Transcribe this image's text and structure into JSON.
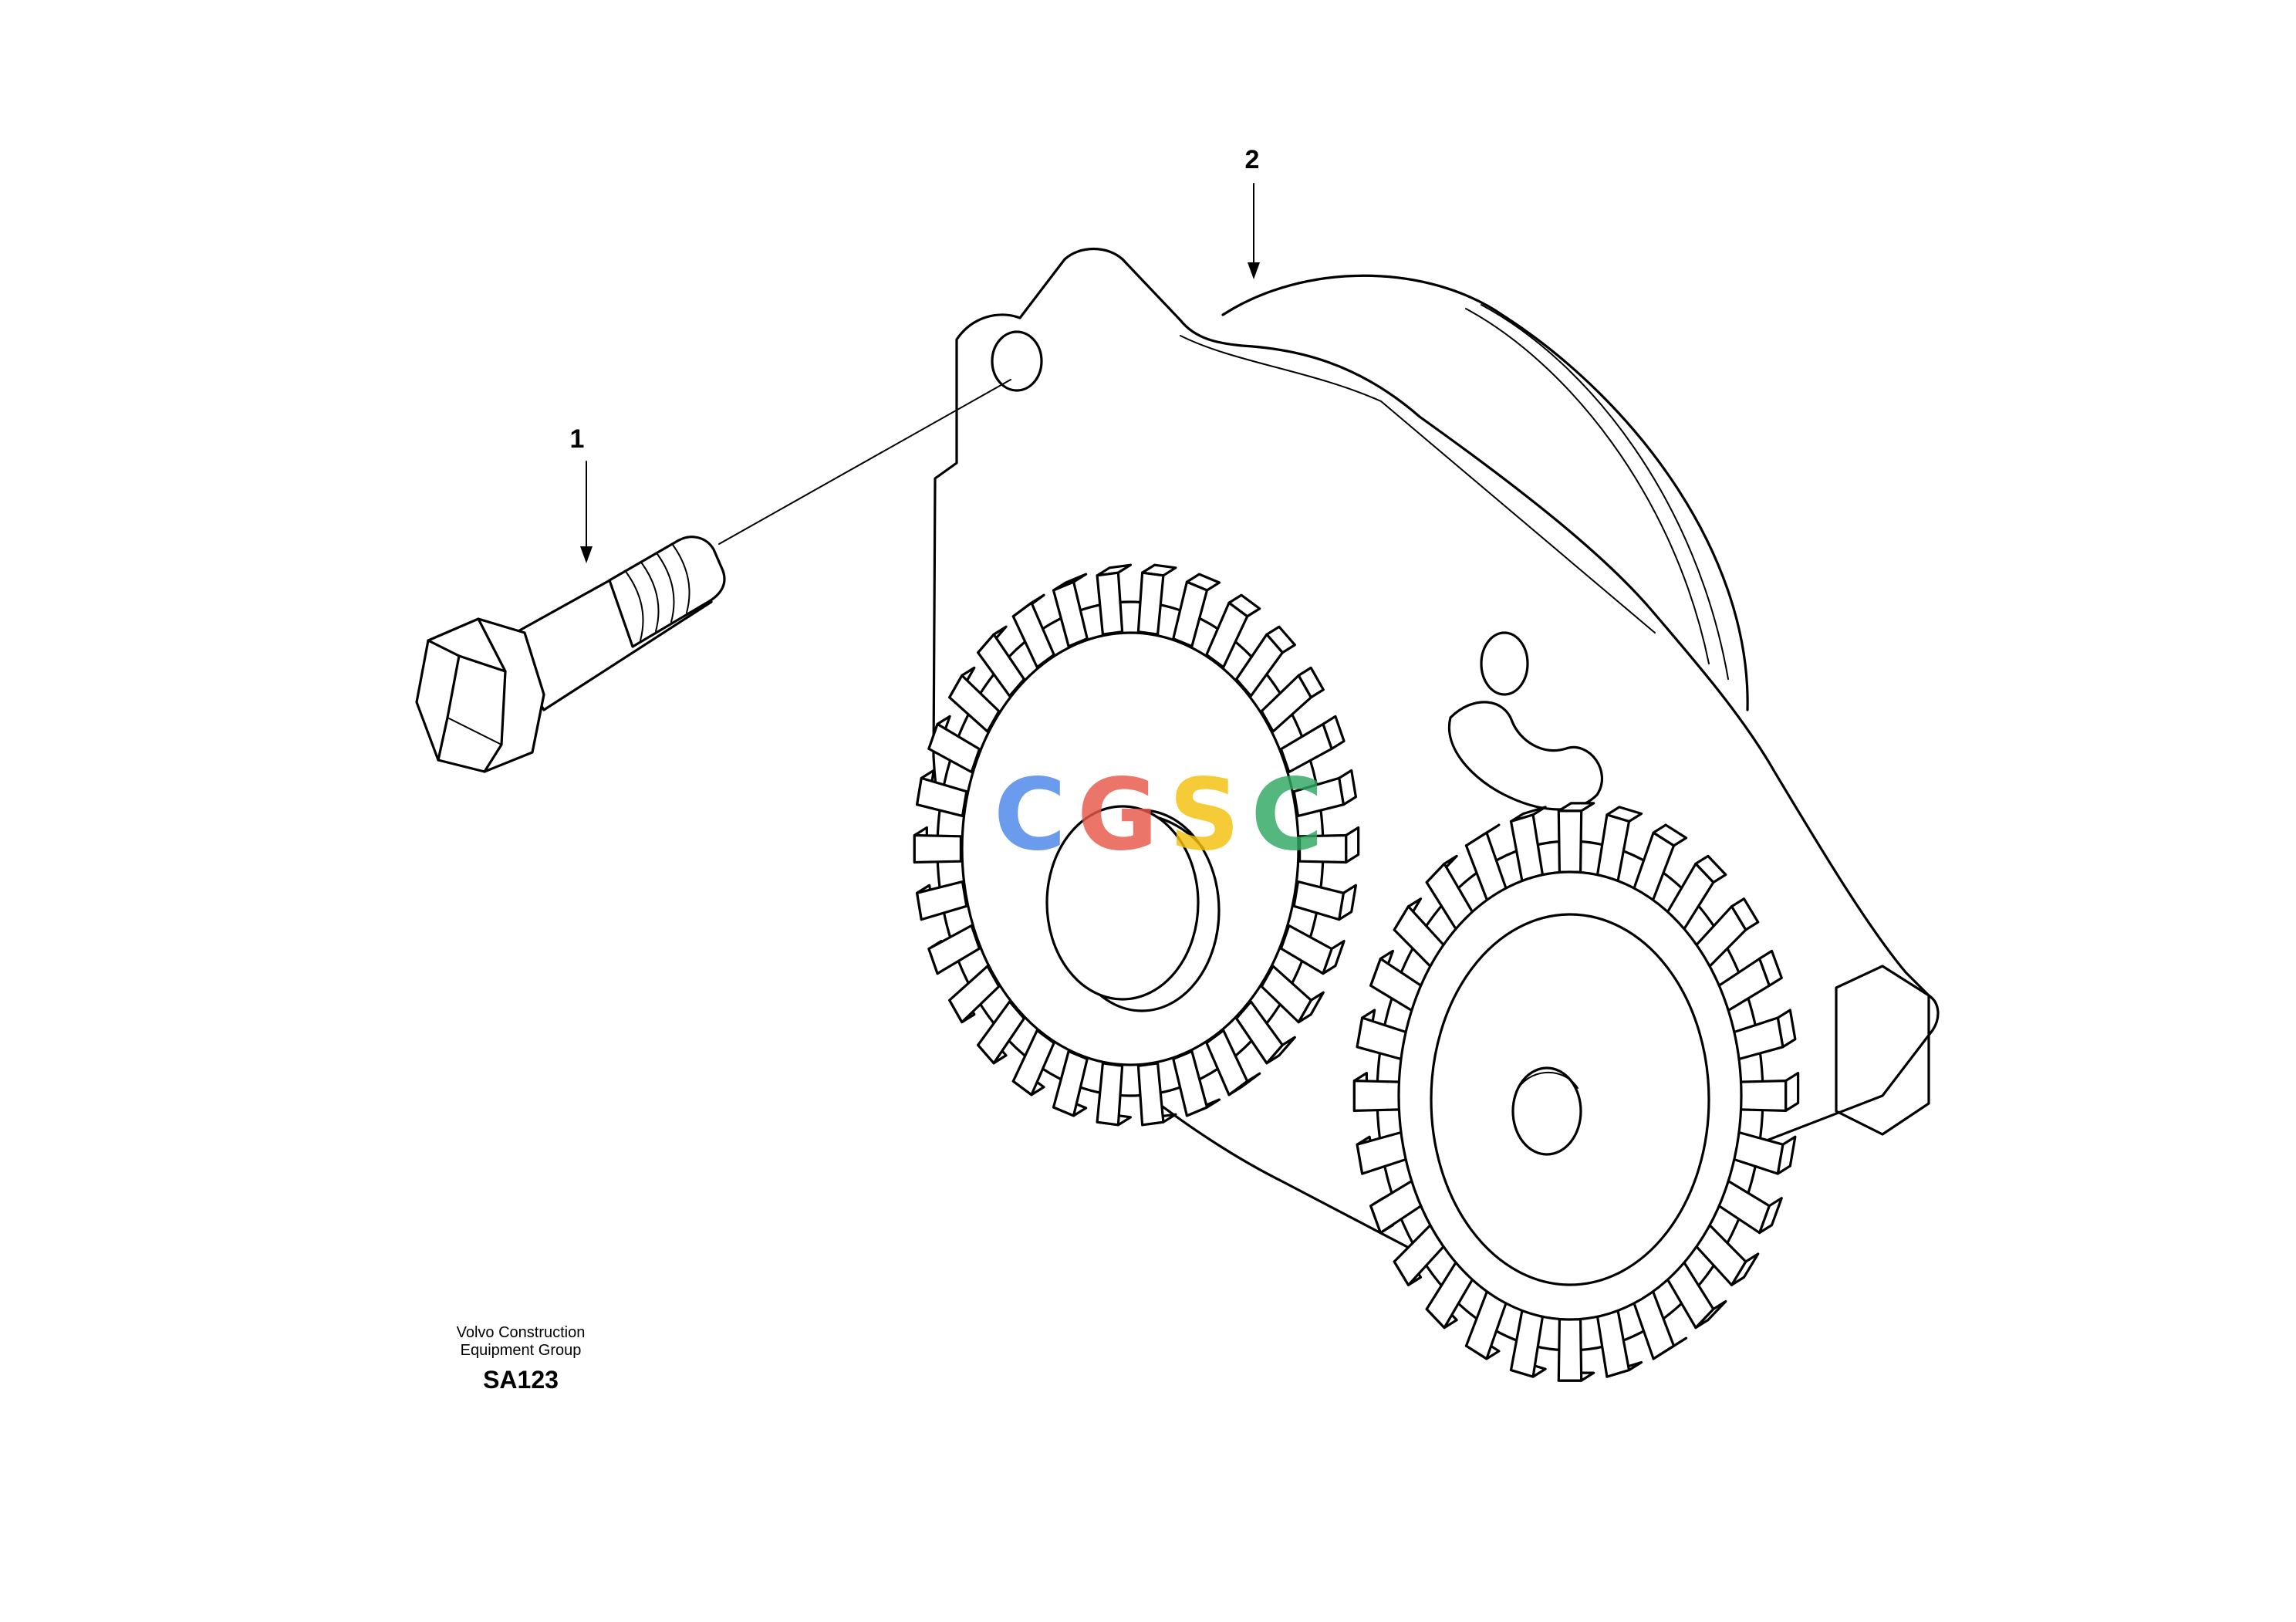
{
  "callouts": [
    {
      "id": "1",
      "label": "1"
    },
    {
      "id": "2",
      "label": "2"
    }
  ],
  "footer": {
    "maker_line1": "Volvo Construction",
    "maker_line2": "Equipment Group",
    "code": "SA123"
  },
  "watermark": {
    "letters": [
      "C",
      "G",
      "S",
      "C"
    ],
    "colors": [
      "#4A86E8",
      "#E8574A",
      "#F4C20D",
      "#2EA862"
    ]
  },
  "gears": {
    "left_teeth": 30,
    "right_teeth": 28
  }
}
